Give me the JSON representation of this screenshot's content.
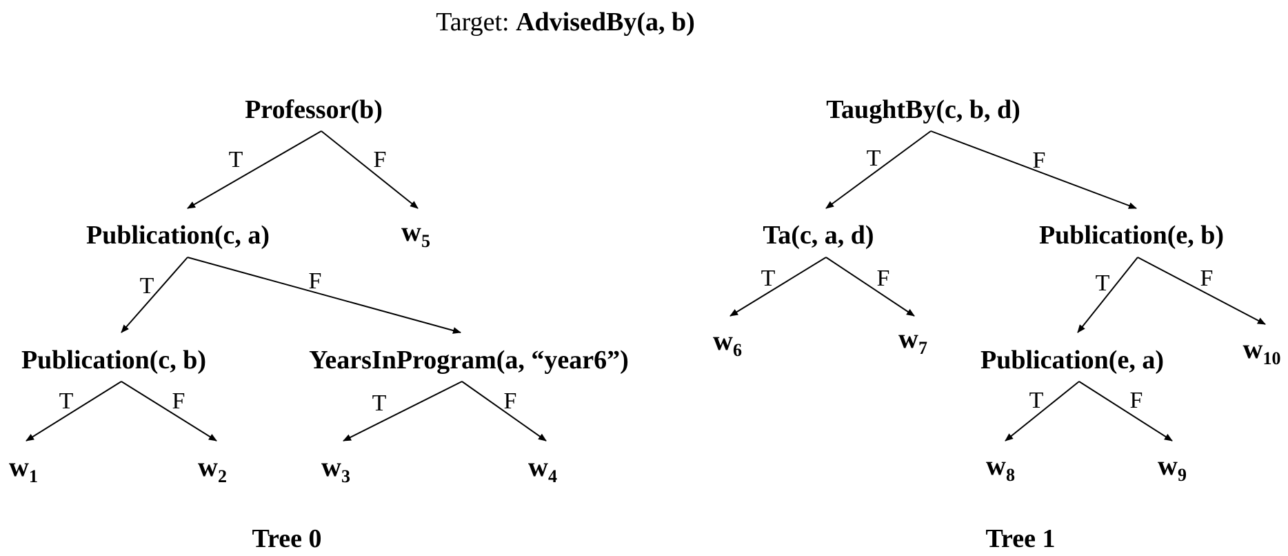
{
  "target": {
    "prefix": "Target: ",
    "value": "AdvisedBy(a, b)"
  },
  "trees": [
    {
      "caption": "Tree 0",
      "nodes": [
        {
          "label": "Professor(b)"
        },
        {
          "label": "Publication(c, a)"
        },
        {
          "label": "Publication(c, b)"
        },
        {
          "label": "YearsInProgram(a, “year6”)"
        }
      ],
      "leaves": [
        {
          "base": "w",
          "sub": "1"
        },
        {
          "base": "w",
          "sub": "2"
        },
        {
          "base": "w",
          "sub": "3"
        },
        {
          "base": "w",
          "sub": "4"
        },
        {
          "base": "w",
          "sub": "5"
        }
      ]
    },
    {
      "caption": "Tree 1",
      "nodes": [
        {
          "label": "TaughtBy(c, b, d)"
        },
        {
          "label": "Ta(c, a, d)"
        },
        {
          "label": "Publication(e, b)"
        },
        {
          "label": "Publication(e, a)"
        }
      ],
      "leaves": [
        {
          "base": "w",
          "sub": "6"
        },
        {
          "base": "w",
          "sub": "7"
        },
        {
          "base": "w",
          "sub": "8"
        },
        {
          "base": "w",
          "sub": "9"
        },
        {
          "base": "w",
          "sub": "10"
        }
      ]
    }
  ],
  "edge_labels": {
    "true": "T",
    "false": "F"
  },
  "colors": {
    "ink": "#000000",
    "background": "#ffffff"
  }
}
